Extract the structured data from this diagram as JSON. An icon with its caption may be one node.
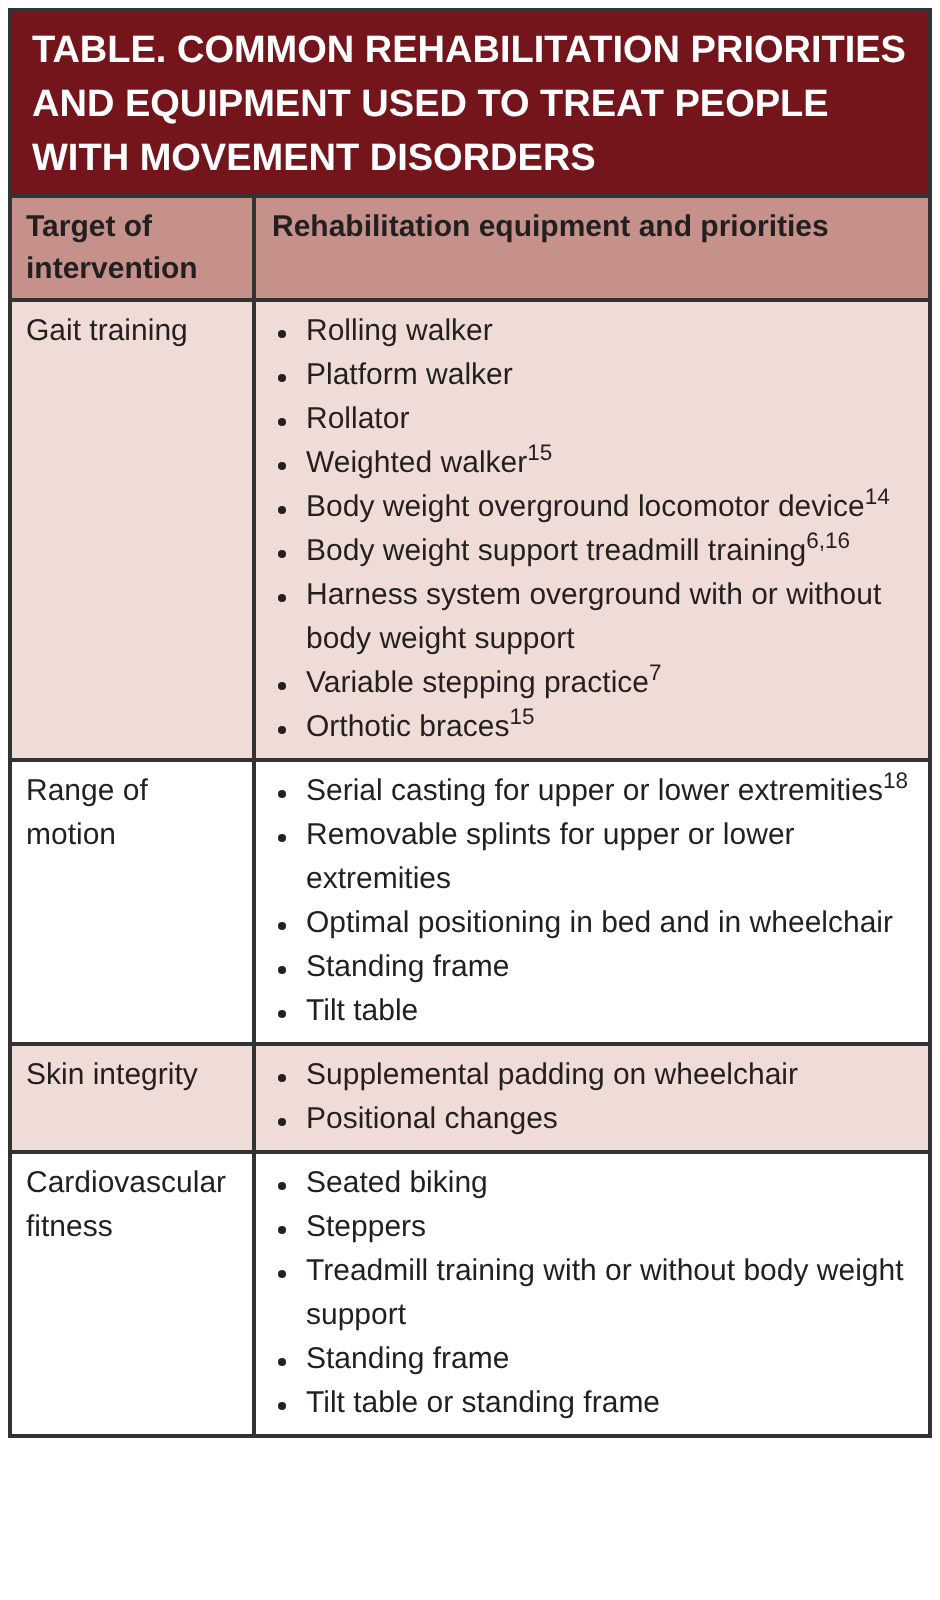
{
  "diagram": {
    "title": "TABLE. COMMON REHABILITATION PRIORITIES AND EQUIPMENT USED TO TREAT PEOPLE WITH MOVEMENT DISORDERS",
    "labels": [
      "Target of intervention",
      "Rehabilitation equipment and priorities",
      "Gait training",
      "Rolling walker",
      "Platform walker",
      "Rollator",
      "Weighted walker$^{15}$",
      "Body weight overground locomotor device$^{14}$",
      "Body weight support treadmill training$^{6,16}$",
      "Harness system overground with or without body weight support",
      "Variable stepping practice$^{7}$",
      "Orthotic braces$^{15}$",
      "Range of motion",
      "Serial casting for upper or lower extremities$^{18}$",
      "Removable splints for upper or lower extremities",
      "Optimal positioning in bed and in wheelchair",
      "Standing frame",
      "Tilt table",
      "Skin integrity",
      "Supplemental padding on wheelchair",
      "Positional changes",
      "Cardiovascular fitness",
      "Seated biking",
      "Steppers",
      "Treadmill training with or without body weight support",
      "Standing frame",
      "Tilt table or standing frame"
    ]
  }
}
